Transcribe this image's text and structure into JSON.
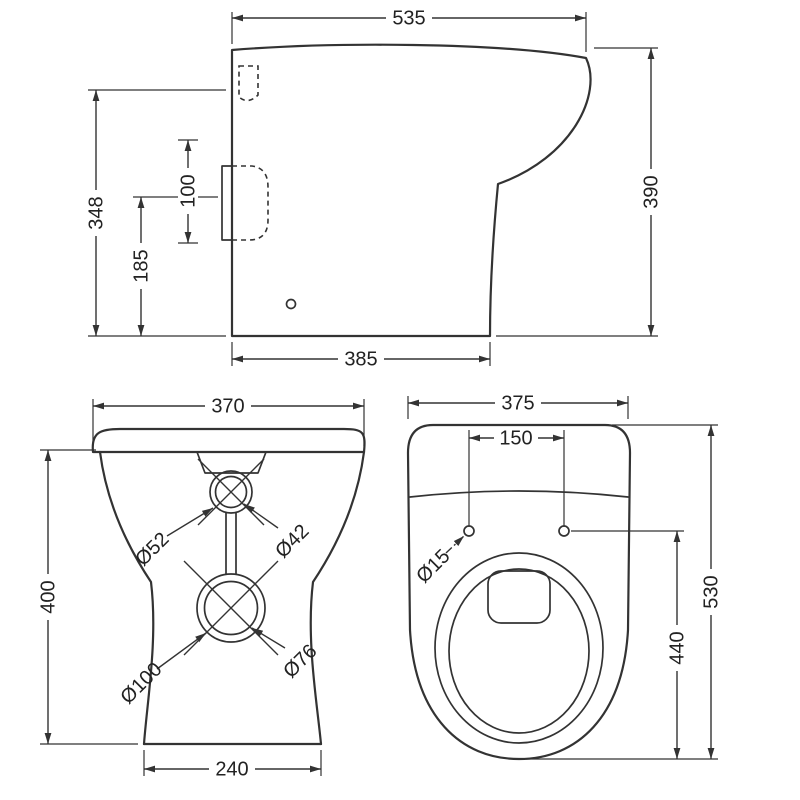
{
  "drawing": {
    "side_view": {
      "overall_width": "535",
      "overall_height": "390",
      "back_height": "348",
      "outlet_center_height": "185",
      "outlet_height": "100",
      "base_depth": "385"
    },
    "front_view": {
      "seat_width": "370",
      "body_height": "400",
      "base_width": "240",
      "inlet_outer": "Ø52",
      "inlet_inner": "Ø42",
      "outlet_outer": "Ø100",
      "outlet_inner": "Ø76"
    },
    "plan_view": {
      "seat_width": "375",
      "hinge_spacing": "150",
      "hinge_hole": "Ø15",
      "bowl_length": "440",
      "overall_depth": "530"
    }
  },
  "colors": {
    "line": "#333333",
    "text": "#222222",
    "background": "#ffffff"
  }
}
